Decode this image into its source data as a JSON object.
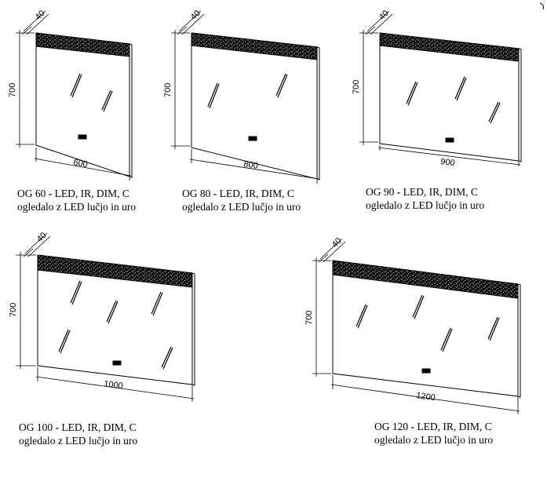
{
  "mirrors": [
    {
      "name": "og-60",
      "depth": "40",
      "height": "700",
      "width": "600",
      "code": "OG 60",
      "sep": " - ",
      "features": "LED, IR, DIM, C",
      "description": "ogledalo z LED lučjo in uro"
    },
    {
      "name": "og-80",
      "depth": "40",
      "height": "700",
      "width": "800",
      "code": "OG 80",
      "sep": " - ",
      "features": "LED, IR, DIM, C",
      "description": "ogledalo z LED lučjo in uro"
    },
    {
      "name": "og-90",
      "depth": "40",
      "height": "700",
      "width": "900",
      "code": "OG 90",
      "sep": " - ",
      "features": "LED, IR, DIM, C",
      "description": "ogledalo z LED lučjo in uro"
    },
    {
      "name": "og-100",
      "depth": "40",
      "height": "700",
      "width": "1000",
      "code": "OG 100",
      "sep": " - ",
      "features": "LED, IR, DIM, C",
      "description": "ogledalo z LED lučjo in uro"
    },
    {
      "name": "og-120",
      "depth": "40",
      "height": "700",
      "width": "1200",
      "code": "OG 120",
      "sep": " - ",
      "features": "LED, IR, DIM, C",
      "description": "ogledalo z LED lučjo in uro"
    }
  ]
}
